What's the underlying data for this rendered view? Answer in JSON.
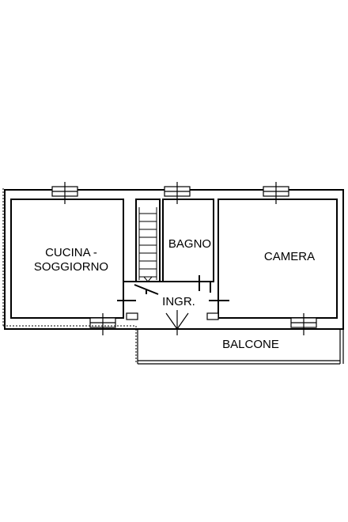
{
  "colors": {
    "background": "#ffffff",
    "wall": "#000000",
    "line": "#000000"
  },
  "rooms": {
    "cucina": {
      "line1": "CUCINA -",
      "line2": "SOGGIORNO"
    },
    "bagno": "BAGNO",
    "camera": "CAMERA",
    "ingresso": "INGR.",
    "balcone": "BALCONE"
  }
}
